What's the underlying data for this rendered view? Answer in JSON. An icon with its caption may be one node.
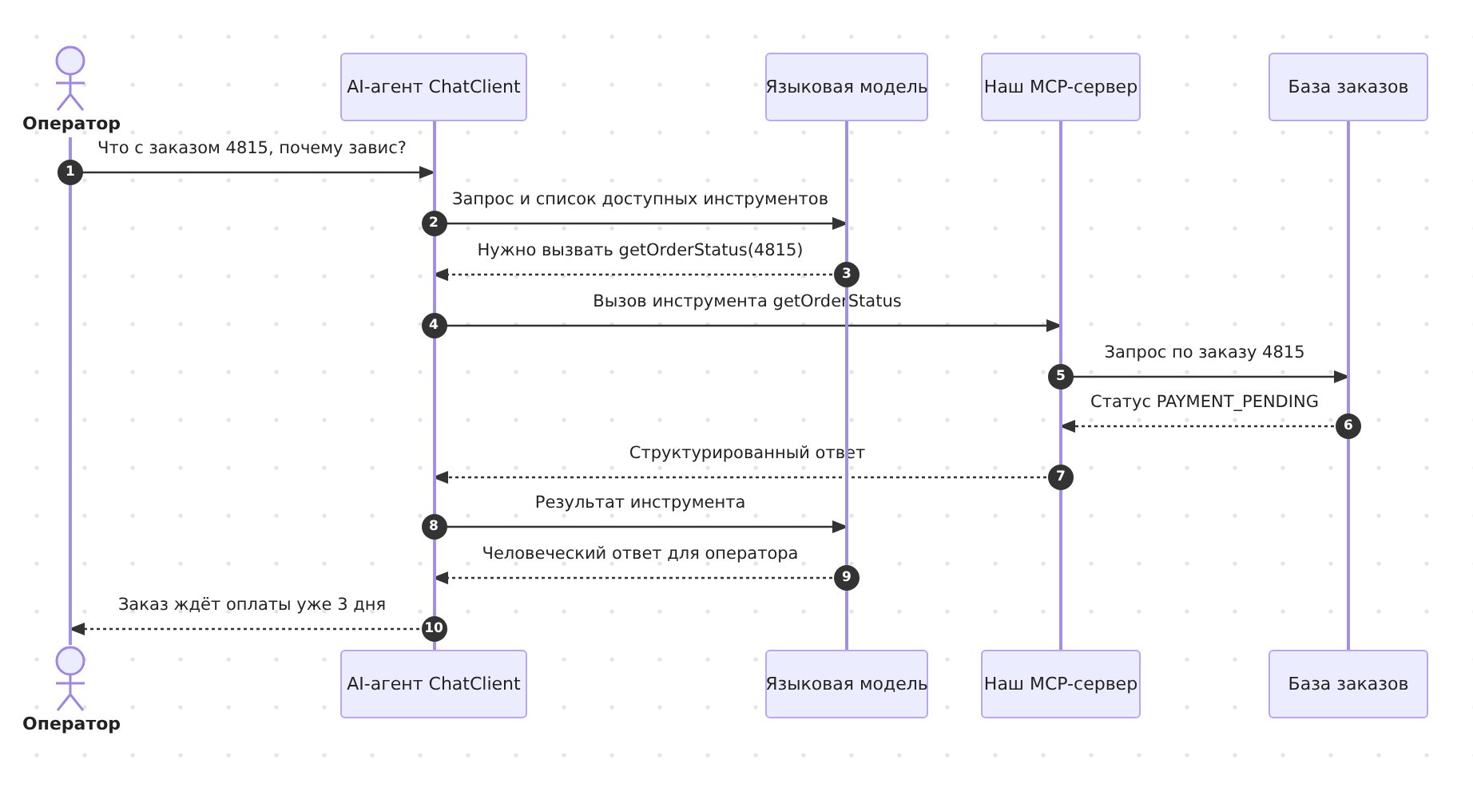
{
  "diagram": {
    "nodes": [
      {
        "text": [
          "Оператор"
        ]
      },
      {
        "text": [
          "AI-агент ChatClient"
        ]
      },
      {
        "text": [
          "Языковая модель"
        ]
      },
      {
        "text": [
          "Наш MCP-сервер"
        ]
      },
      {
        "text": [
          "База заказов"
        ]
      },
      {
        "text": [
          "Оператор"
        ]
      },
      {
        "text": [
          "AI-агент ChatClient"
        ]
      },
      {
        "text": [
          "Языковая модель"
        ]
      },
      {
        "text": [
          "Наш MCP-сервер"
        ]
      },
      {
        "text": [
          "База заказов"
        ]
      },
      {
        "text": [],
        "shape": "bar"
      },
      {
        "text": [],
        "shape": "bar"
      },
      {
        "text": [],
        "shape": "bar"
      },
      {
        "text": [],
        "shape": "bar"
      },
      {
        "text": [],
        "shape": "bar"
      }
    ],
    "edges": [
      {
        "from": 10,
        "to": 11,
        "arrow": "to",
        "label": "Что с заказом 4815, почему завис?"
      },
      {
        "from": 11,
        "to": 12,
        "arrow": "to",
        "label": "Запрос и список доступных инструментов"
      },
      {
        "from": 12,
        "to": 11,
        "arrow": "to",
        "label": "Нужно вызвать getOrderStatus(4815)",
        "style": "dashed"
      },
      {
        "from": 11,
        "to": 13,
        "arrow": "to",
        "label": "Вызов инструмента getOrderStatus"
      },
      {
        "from": 13,
        "to": 14,
        "arrow": "to",
        "label": "Запрос по заказу 4815"
      },
      {
        "from": 14,
        "to": 13,
        "arrow": "to",
        "label": "Статус PAYMENT_PENDING",
        "style": "dashed"
      },
      {
        "from": 13,
        "to": 11,
        "arrow": "to",
        "label": "Структурированный ответ",
        "style": "dashed"
      },
      {
        "from": 11,
        "to": 12,
        "arrow": "to",
        "label": "Результат инструмента"
      },
      {
        "from": 12,
        "to": 11,
        "arrow": "to",
        "label": "Человеческий ответ для оператора",
        "style": "dashed"
      },
      {
        "from": 11,
        "to": 10,
        "arrow": "to",
        "label": "Заказ ждёт оплаты уже 3 дня",
        "style": "dashed"
      }
    ],
    "labels": [
      "1",
      "2",
      "3",
      "4",
      "5",
      "6",
      "7",
      "8",
      "9",
      "10"
    ]
  }
}
